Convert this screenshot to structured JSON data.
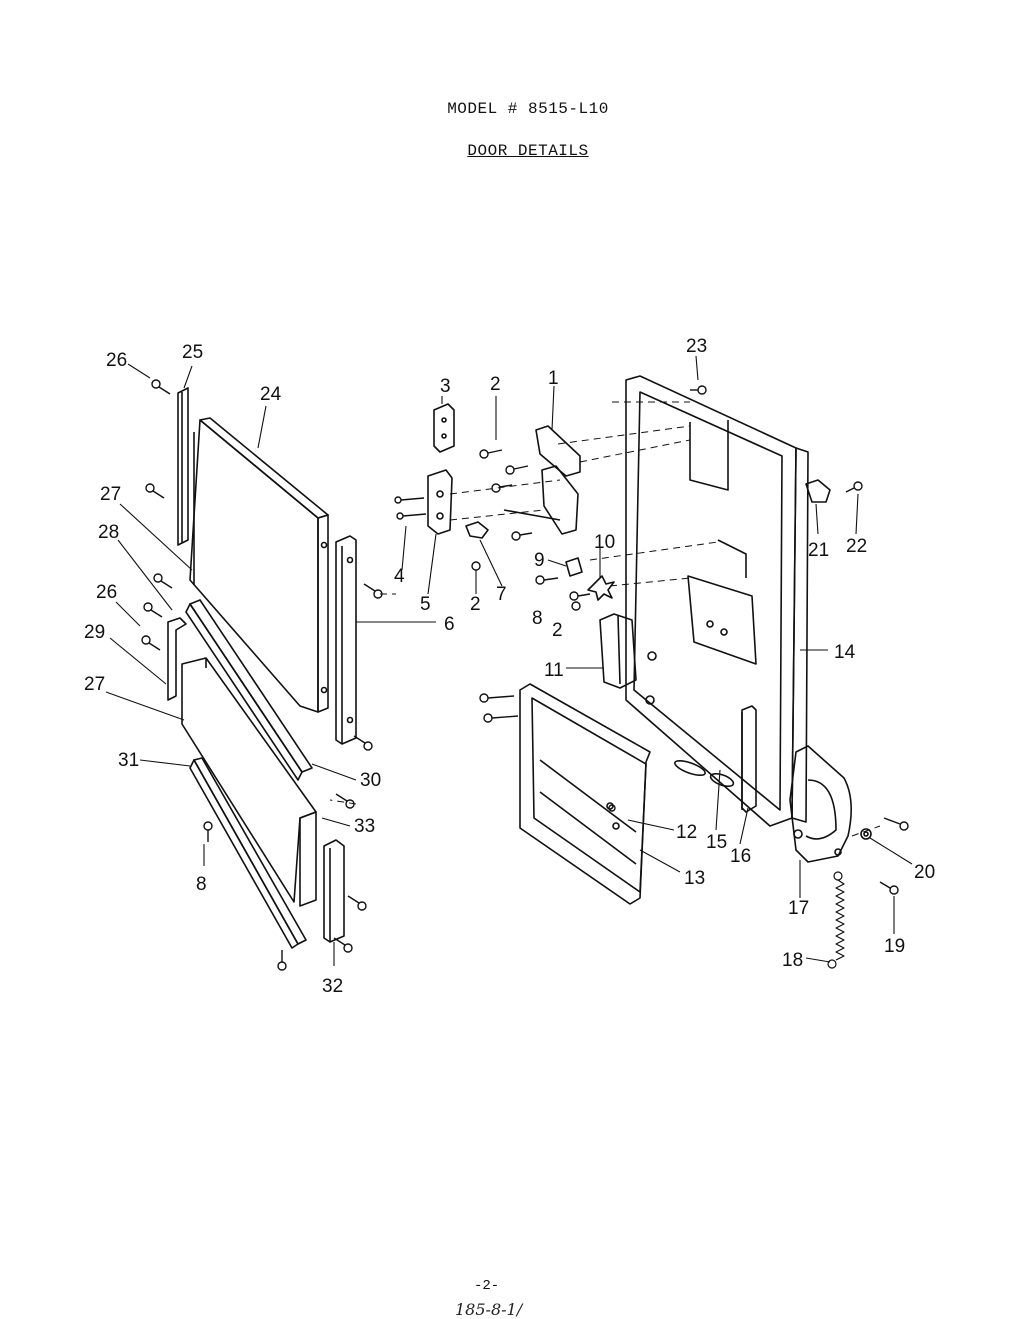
{
  "header": {
    "model": "MODEL # 8515-L10",
    "section": "DOOR DETAILS"
  },
  "footer": {
    "page": "-2-",
    "handwriting": "185-8-1/"
  },
  "parts": [
    "26",
    "25",
    "24",
    "27",
    "28",
    "26",
    "29",
    "27",
    "31",
    "8",
    "32",
    "33",
    "30",
    "6",
    "3",
    "2",
    "4",
    "5",
    "2",
    "7",
    "1",
    "9",
    "8",
    "2",
    "10",
    "11",
    "23",
    "21",
    "22",
    "14",
    "12",
    "13",
    "15",
    "16",
    "17",
    "18",
    "19",
    "20"
  ]
}
